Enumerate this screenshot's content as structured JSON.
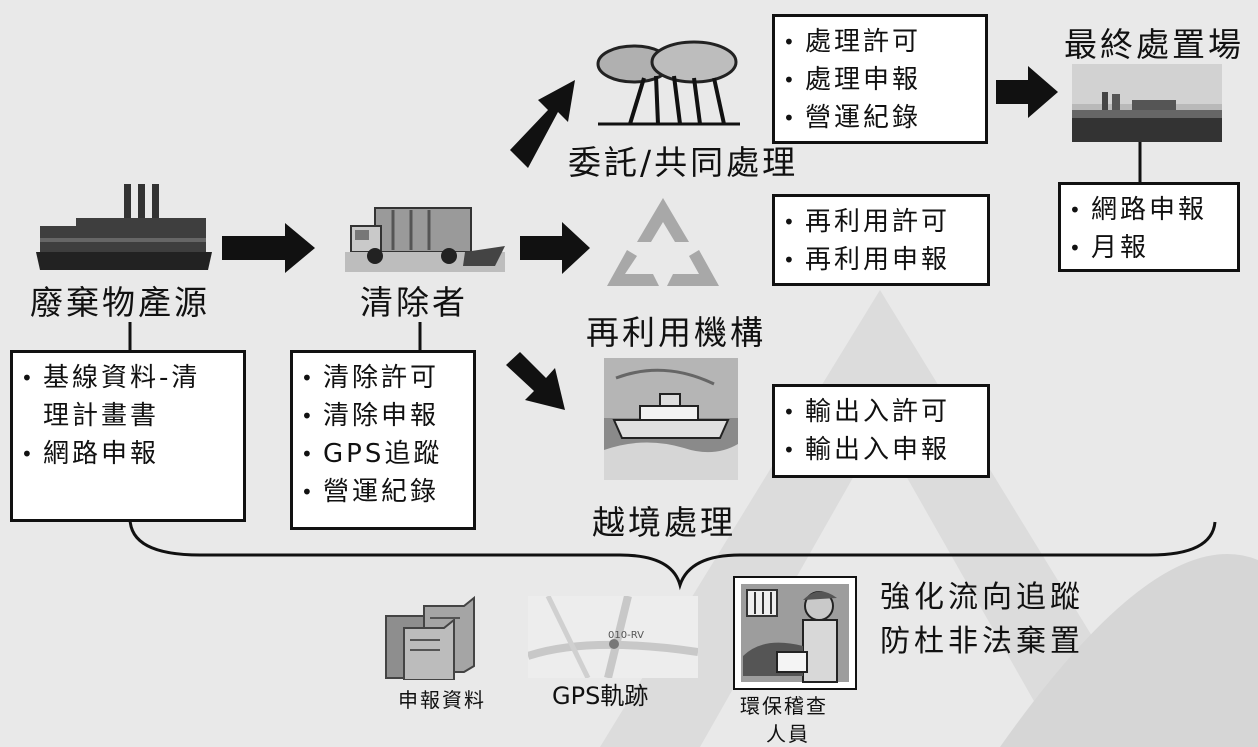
{
  "nodes": {
    "source": "廢棄物產源",
    "collector": "清除者",
    "entrusted": "委託/共同處理",
    "reuse": "再利用機構",
    "cross_border": "越境處理",
    "final_site": "最終處置場"
  },
  "boxes": {
    "source": [
      "基線資料-清",
      "理計畫書",
      "網路申報"
    ],
    "collector": [
      "清除許可",
      "清除申報",
      "GPS追蹤",
      "營運紀錄"
    ],
    "entrusted": [
      "處理許可",
      "處理申報",
      "營運紀錄"
    ],
    "reuse": [
      "再利用許可",
      "再利用申報"
    ],
    "cross_border": [
      "輸出入許可",
      "輸出入申報"
    ],
    "final_site": [
      "網路申報",
      "月報"
    ]
  },
  "bottom": {
    "report_data": "申報資料",
    "gps_track": "GPS軌跡",
    "gps_map_label": "010-RV",
    "inspector_line1": "環保稽查",
    "inspector_line2": "人員",
    "goal_line1": "強化流向追蹤",
    "goal_line2": "防杜非法棄置"
  },
  "colors": {
    "text": "#111111",
    "arrow": "#111111",
    "box_border": "#111111",
    "background": "#e9e9e9",
    "recycle": "#a8a8a8"
  },
  "icons": [
    "factory-icon",
    "garbage-truck-icon",
    "trees-icon",
    "recycle-icon",
    "ship-icon",
    "landfill-photo",
    "server-icon",
    "gps-map-icon",
    "inspector-icon"
  ]
}
